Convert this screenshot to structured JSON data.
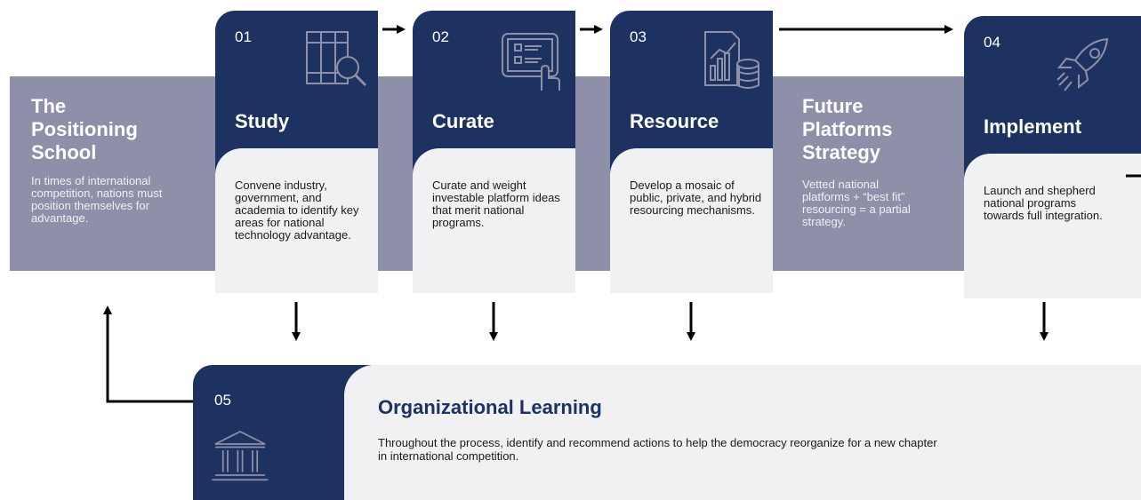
{
  "colors": {
    "navy": "#1d3260",
    "band": "#8e8fa8",
    "light": "#f1f1f3"
  },
  "positioning_school": {
    "title": "The Positioning School",
    "body": "In times of international competition, nations must position themselves for advantage."
  },
  "future_platforms": {
    "title": "Future Platforms Strategy",
    "body": "Vetted national platforms + “best fit” resourcing = a partial strategy."
  },
  "steps": [
    {
      "num": "01",
      "title": "Study",
      "desc": "Convene industry, government, and academia to identify key areas for national technology advantage.",
      "icon": "books-magnifier-icon"
    },
    {
      "num": "02",
      "title": "Curate",
      "desc": "Curate and weight investable platform ideas that merit national programs.",
      "icon": "touch-checklist-icon"
    },
    {
      "num": "03",
      "title": "Resource",
      "desc": "Develop a mosaic of public, private, and hybrid resourcing mechanisms.",
      "icon": "document-coins-icon"
    },
    {
      "num": "04",
      "title": "Implement",
      "desc": "Launch and shepherd national programs towards full integration.",
      "icon": "rocket-icon"
    }
  ],
  "organizational_learning": {
    "num": "05",
    "title": "Organizational Learning",
    "desc": "Throughout the process, identify and recommend actions to help the democracy reorganize for a new chapter in international competition.",
    "icon": "institution-icon"
  }
}
